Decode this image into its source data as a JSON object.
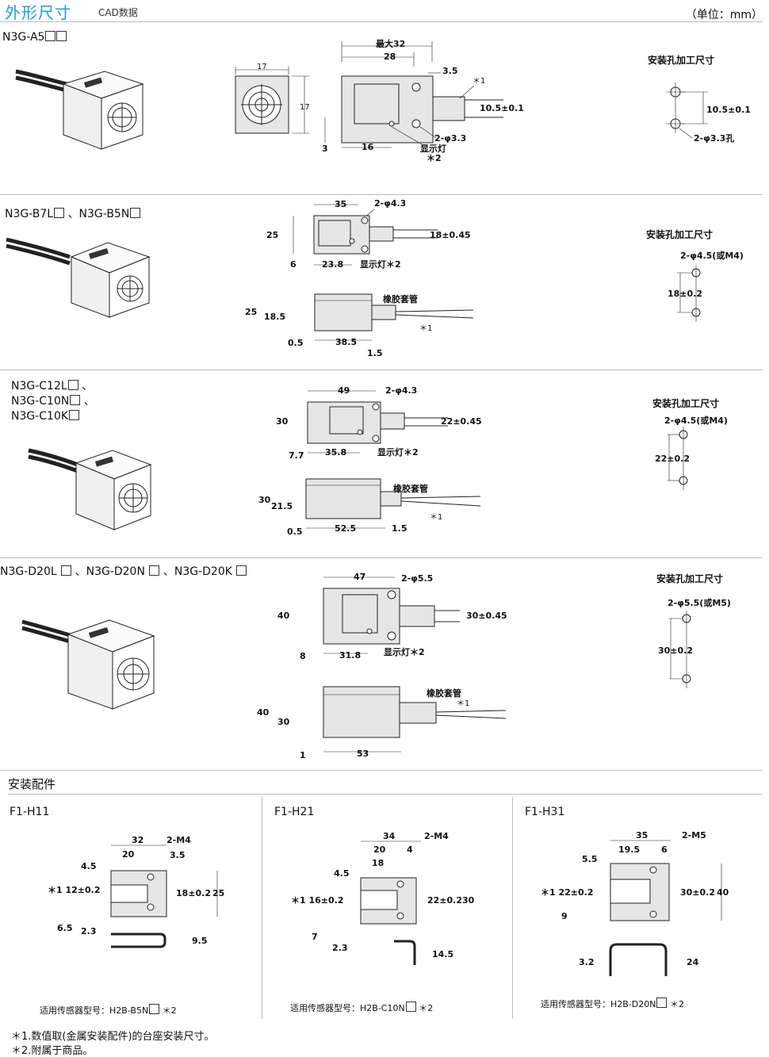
{
  "header": {
    "title": "外形尺寸",
    "subtitle": "CAD数据",
    "unit": "（单位：mm）"
  },
  "hole_title": "安装孔加工尺寸",
  "sections": [
    {
      "models": [
        "N3G-A5"
      ],
      "dims": {
        "front_w": "17",
        "front_h": "17",
        "max_len": "最大32",
        "len": "28",
        "tip": "3.5",
        "dia": "10.5±0.1",
        "hole": "2-φ3.3",
        "h3": "3",
        "d16": "16",
        "led": "显示灯",
        "led_mark": "＊2",
        "cable_mark": "＊1",
        "hole_pitch": "10.5±0.1",
        "hole_spec": "2-φ3.3孔"
      }
    },
    {
      "models": [
        "N3G-B7L",
        "、N3G-B5N"
      ],
      "dims": {
        "w35": "35",
        "hole": "2-φ4.3",
        "h25": "25",
        "dia": "18±0.45",
        "d6": "6",
        "d238": "23.8",
        "led": "显示灯＊2",
        "h25b": "25",
        "h185": "18.5",
        "d05": "0.5",
        "d385": "38.5",
        "d15": "1.5",
        "rubber": "橡胶套管",
        "cable_mark": "＊1",
        "hole_spec": "2-φ4.5(或M4)",
        "hole_pitch": "18±0.2"
      }
    },
    {
      "models": [
        "N3G-C12L",
        "、",
        "N3G-C10N",
        "、",
        "N3G-C10K"
      ],
      "dims": {
        "w49": "49",
        "hole": "2-φ4.3",
        "h30": "30",
        "dia": "22±0.45",
        "d77": "7.7",
        "d358": "35.8",
        "led": "显示灯＊2",
        "h30b": "30",
        "h215": "21.5",
        "d05": "0.5",
        "d525": "52.5",
        "d15": "1.5",
        "rubber": "橡胶套管",
        "cable_mark": "＊1",
        "hole_spec": "2-φ4.5(或M4)",
        "hole_pitch": "22±0.2"
      }
    },
    {
      "models": [
        "N3G-D20L",
        "、N3G-D20N",
        "、N3G-D20K"
      ],
      "dims": {
        "w47": "47",
        "hole": "2-φ5.5",
        "h40": "40",
        "dia": "30±0.45",
        "d8": "8",
        "d318": "31.8",
        "led": "显示灯＊2",
        "h40b": "40",
        "h30": "30",
        "d1": "1",
        "d53": "53",
        "rubber": "橡胶套管",
        "cable_mark": "＊1",
        "hole_spec": "2-φ5.5(或M5)",
        "hole_pitch": "30±0.2"
      }
    }
  ],
  "accessories": {
    "title": "安装配件",
    "items": [
      {
        "model": "F1-H11",
        "dims": {
          "d32": "32",
          "m": "2-M4",
          "d20": "20",
          "d35": "3.5",
          "d45": "4.5",
          "d12": "＊1 12±0.2",
          "d18": "18±0.2",
          "d25": "25",
          "d65": "6.5",
          "d23": "2.3",
          "d95": "9.5"
        },
        "fit": "适用传感器型号：H2B-B5N",
        "fit_mark": "＊2"
      },
      {
        "model": "F1-H21",
        "dims": {
          "d34": "34",
          "m": "2-M4",
          "d20": "20",
          "d4": "4",
          "d18": "18",
          "d45": "4.5",
          "d16": "＊1 16±0.2",
          "d22": "22±0.2",
          "d30": "30",
          "d7": "7",
          "d23": "2.3",
          "d145": "14.5"
        },
        "fit": "适用传感器型号：H2B-C10N",
        "fit_mark": "＊2"
      },
      {
        "model": "F1-H31",
        "dims": {
          "d35": "35",
          "m": "2-M5",
          "d195": "19.5",
          "d6": "6",
          "d55": "5.5",
          "d22": "＊1 22±0.2",
          "d30": "30±0.2",
          "d40": "40",
          "d9": "9",
          "d32": "3.2",
          "d24": "24"
        },
        "fit": "适用传感器型号：H2B-D20N",
        "fit_mark": "＊2"
      }
    ]
  },
  "notes": [
    "＊1.数值取(金属安装配件)的台座安装尺寸。",
    "＊2.附属于商品。"
  ]
}
